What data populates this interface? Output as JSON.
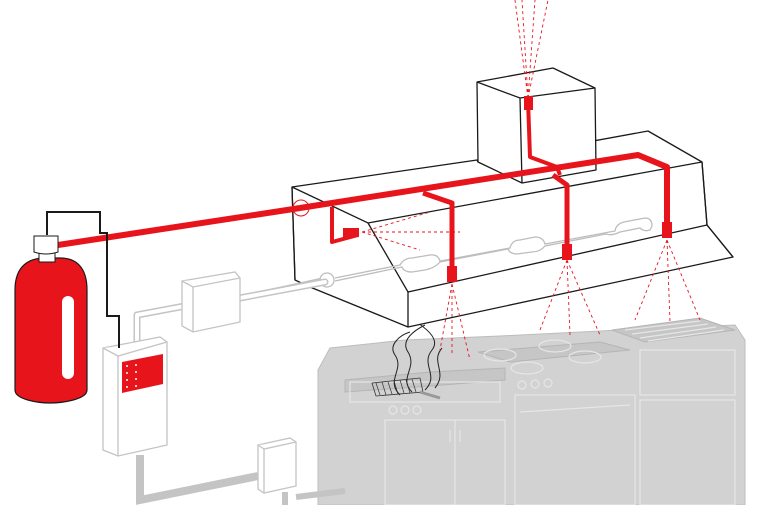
{
  "diagram": {
    "subject": "kitchen-hood-fire-suppression-system",
    "components": [
      "agent-cylinder",
      "control-panel",
      "detection-line",
      "hood",
      "plenum-duct",
      "distribution-piping",
      "nozzles",
      "cooking-appliances",
      "manual-pull-station"
    ]
  },
  "colors": {
    "agent": "#e8141c",
    "outline": "#1a1a1a",
    "appliance": "#d2d2d2",
    "conduit": "#c4c4c4"
  }
}
